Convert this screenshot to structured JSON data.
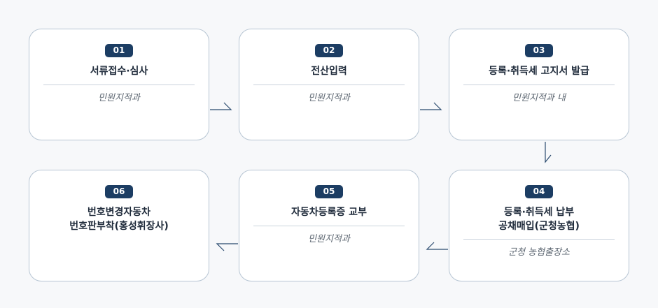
{
  "steps": [
    {
      "num": "01",
      "title": [
        "서류접수·심사"
      ],
      "dept": "민원지적과"
    },
    {
      "num": "02",
      "title": [
        "전산입력"
      ],
      "dept": "민원지적과"
    },
    {
      "num": "03",
      "title": [
        "등록·취득세 고지서 발급"
      ],
      "dept": "민원지적과 내"
    },
    {
      "num": "04",
      "title": [
        "등록·취득세 납부",
        "공채매입(군청농협)"
      ],
      "dept": "군청 농협출장소"
    },
    {
      "num": "05",
      "title": [
        "자동차등록증 교부"
      ],
      "dept": "민원지적과"
    },
    {
      "num": "06",
      "title": [
        "번호변경자동차",
        "번호판부착(홍성휘장사)"
      ],
      "dept": ""
    }
  ],
  "colors": {
    "badge": "#1c3d63",
    "arrow": "#2a4a6e",
    "border": "#b7c5d3"
  }
}
